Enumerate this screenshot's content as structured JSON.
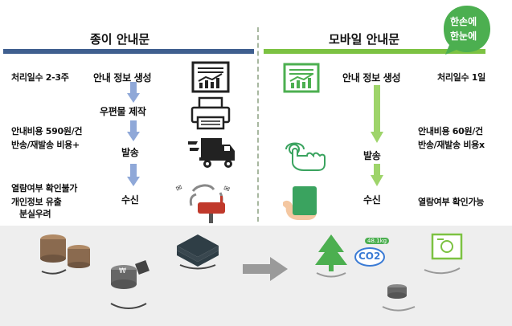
{
  "paper": {
    "title": "종이 안내문",
    "left_notes": {
      "processing": "처리일수 2-3주",
      "cost": "안내비용 590원/건",
      "resend": "반송/재발송 비용+",
      "view_check": "열람여부 확인불가",
      "privacy_line1": "개인정보 유출",
      "privacy_line2": "분실우려"
    },
    "steps": [
      "안내 정보 생성",
      "우편물 제작",
      "발송",
      "수신"
    ]
  },
  "mobile": {
    "title": "모바일 안내문",
    "steps": [
      "안내 정보 생성",
      "발송",
      "수신"
    ],
    "right_notes": {
      "processing": "처리일수 1일",
      "cost": "안내비용 60원/건",
      "resend": "반송/재발송 비용x",
      "view_check": "열람여부 확인가능"
    },
    "badge_line1": "한손에",
    "badge_line2": "한눈에"
  },
  "bottom": {
    "co2_value": "48.1kg",
    "co2_label": "CO2"
  },
  "colors": {
    "paper_header": "#3f5f8f",
    "mobile_header": "#7cc242",
    "paper_arrow": "#8fa8d8",
    "mobile_arrow": "#9ed46a",
    "mobile_icon": "#4caf50",
    "badge": "#4caf50"
  },
  "icons": [
    "report-chart-icon",
    "printer-icon",
    "truck-icon",
    "mailbox-icon",
    "touch-hand-icon",
    "phone-in-hand-icon",
    "tree-stump-icon",
    "paper-stack-icon",
    "coins-icon",
    "right-arrow-icon",
    "tree-icon",
    "co2-cloud-icon",
    "document-icon"
  ]
}
